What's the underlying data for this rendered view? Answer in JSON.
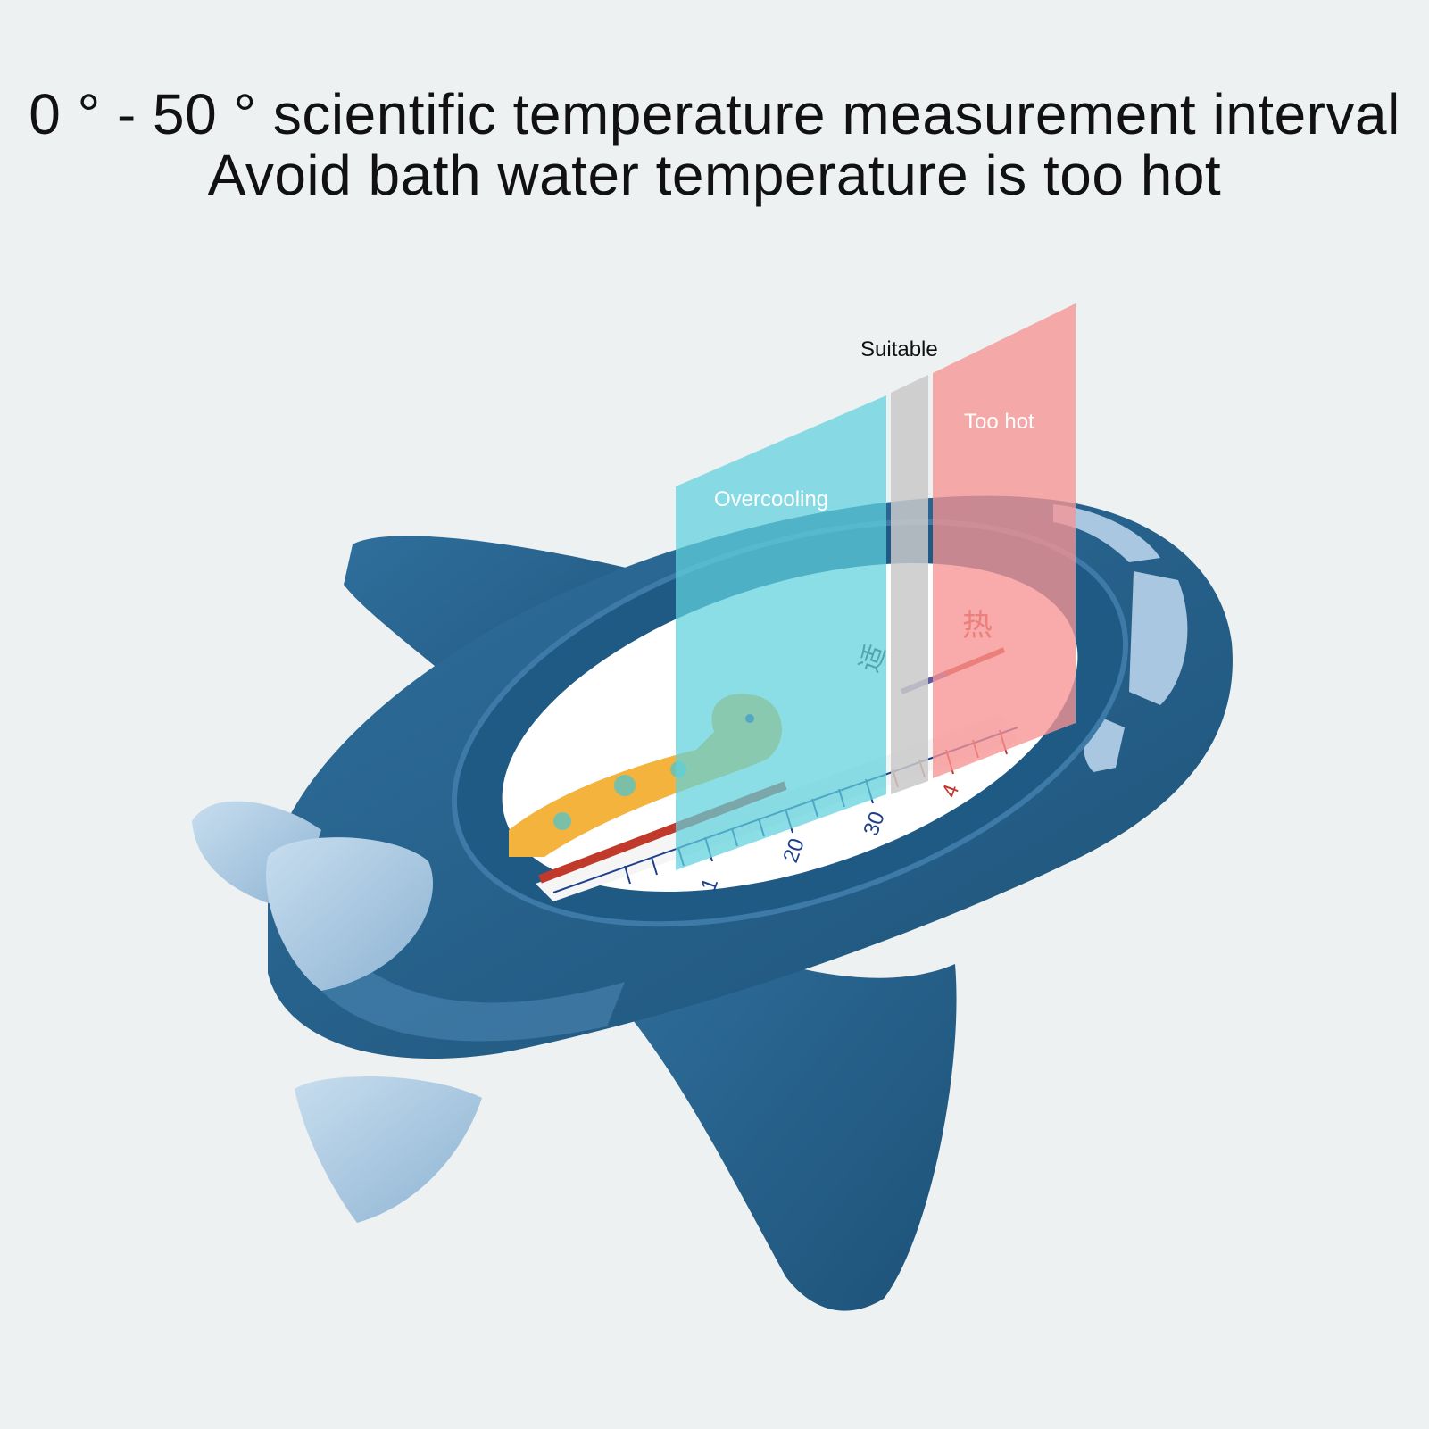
{
  "headline": {
    "line1": "0 ° - 50 ° scientific temperature measurement interval",
    "line2": "Avoid bath water temperature is too hot"
  },
  "zones": {
    "suitable": "Suitable",
    "overcooling": "Overcooling",
    "too_hot": "Too hot"
  },
  "dial": {
    "hot_char": "热",
    "ok_char": "适",
    "ticks": [
      "1",
      "20",
      "30",
      "4"
    ]
  },
  "colors": {
    "background": "#eef1f2",
    "body": "#245f8a",
    "accent_light": "#a9c7e0",
    "overcooling": "#5fd1dc",
    "suitable": "#c9c9c9",
    "too_hot": "#f79494"
  }
}
